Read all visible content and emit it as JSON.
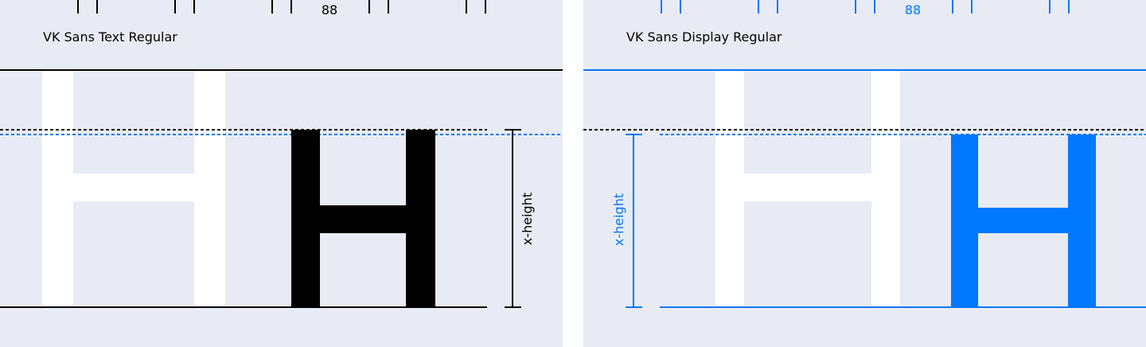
{
  "colors": {
    "panel_bg": "#e8ebf3",
    "page_bg": "#ffffff",
    "dark": "#000000",
    "blue": "#0077ff",
    "ghost": "#ffffff"
  },
  "panels": [
    {
      "font_label": "VK Sans Text Regular",
      "number_label": "88",
      "metric_label": "x-height",
      "glyph": "H",
      "accent": "dark"
    },
    {
      "font_label": "VK Sans Display Regular",
      "number_label": "88",
      "metric_label": "x-height",
      "glyph": "H",
      "accent": "blue"
    }
  ]
}
